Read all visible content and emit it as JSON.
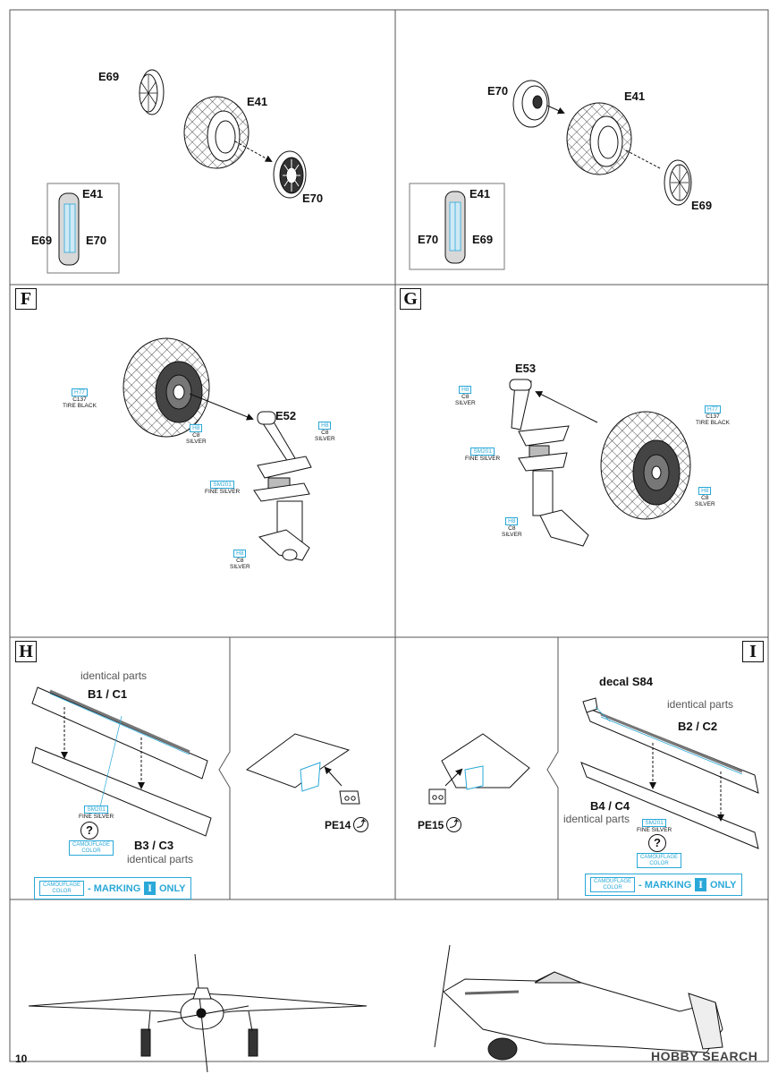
{
  "page_number": "10",
  "watermark": "HOBBY SEARCH",
  "sections": {
    "d_left": {
      "wheel_hub_outer": "E69",
      "tire": "E41",
      "wheel_hub_inner": "E70",
      "inset_top": "E41",
      "inset_left": "E69",
      "inset_right": "E70"
    },
    "d_right": {
      "wheel_hub_outer": "E70",
      "tire": "E41",
      "wheel_hub_inner": "E69",
      "inset_top": "E41",
      "inset_left": "E70",
      "inset_right": "E69"
    },
    "f": {
      "step": "F",
      "leg": "E52",
      "tire_code": "H77",
      "tire_num": "C137",
      "tire_name": "TIRE BLACK",
      "hub_code": "H8",
      "hub_num": "C8",
      "hub_name": "SILVER",
      "arm_code": "H8",
      "arm_num": "C8",
      "arm_name": "SILVER",
      "oleo_code": "SM201",
      "oleo_name": "FINE SILVER",
      "foot_code": "H8",
      "foot_num": "C8",
      "foot_name": "SILVER"
    },
    "g": {
      "step": "G",
      "leg": "E53",
      "arm_code": "H8",
      "arm_num": "C8",
      "arm_name": "SILVER",
      "tire_code": "H77",
      "tire_num": "C137",
      "tire_name": "TIRE BLACK",
      "oleo_code": "SM201",
      "oleo_name": "FINE SILVER",
      "hub_code": "H8",
      "hub_num": "C8",
      "hub_name": "SILVER",
      "foot_code": "H8",
      "foot_num": "C8",
      "foot_name": "SILVER"
    },
    "h": {
      "step": "H",
      "note_top": "identical parts",
      "top_part": "B1 / C1",
      "bottom_part": "B3 / C3",
      "note_bottom": "identical parts",
      "strip_code": "SM201",
      "strip_name": "FINE SILVER",
      "camo_line1": "CAMOUFLAGE",
      "camo_line2": "COLOR",
      "question": "?",
      "marking_text": "- MARKING",
      "marking_id": "I",
      "marking_only": "ONLY",
      "pe_part": "PE14"
    },
    "i": {
      "step": "I",
      "decal": "decal S84",
      "note_top": "identical parts",
      "top_part": "B2 / C2",
      "bottom_part": "B4 / C4",
      "note_bottom": "identical parts",
      "strip_code": "SM201",
      "strip_name": "FINE SILVER",
      "camo_line1": "CAMOUFLAGE",
      "camo_line2": "COLOR",
      "question": "?",
      "marking_text": "- MARKING",
      "marking_id": "I",
      "marking_only": "ONLY",
      "pe_part": "PE15"
    }
  }
}
